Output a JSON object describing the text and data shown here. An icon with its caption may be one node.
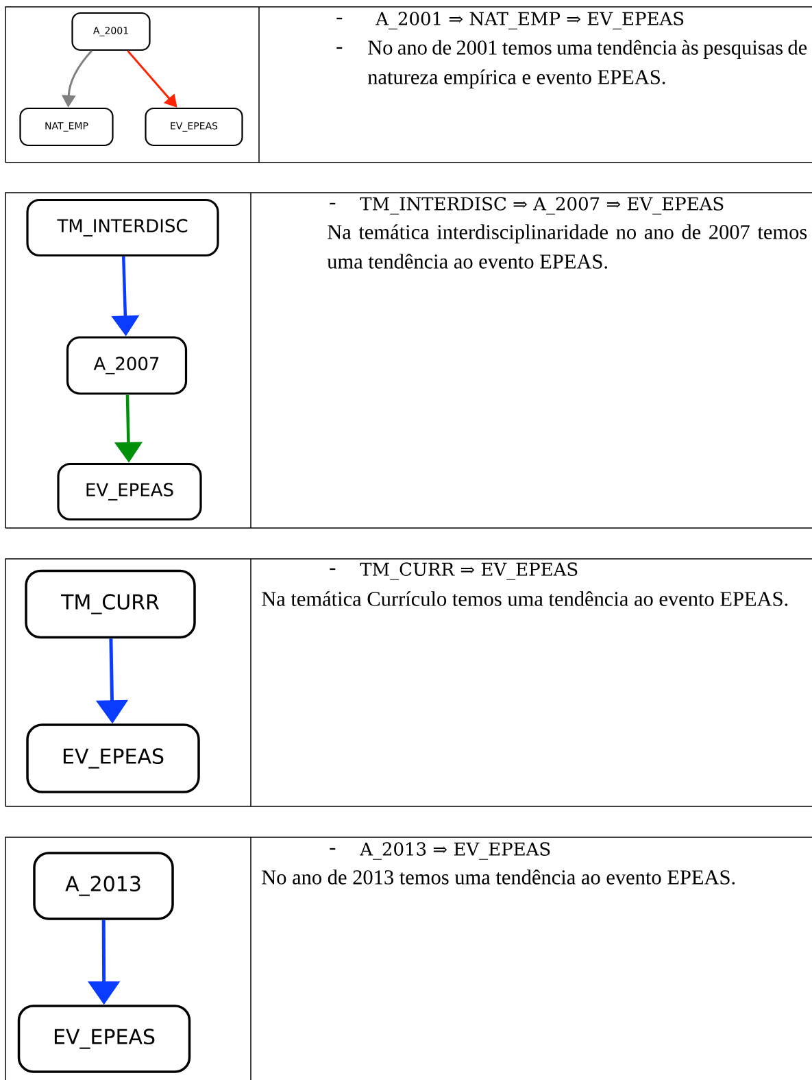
{
  "diagram": {
    "nodes": [
      {
        "text": [
          "A_2001"
        ]
      },
      {
        "text": [
          "NAT_EMP"
        ]
      },
      {
        "text": [
          "EV_EPEAS"
        ]
      },
      {
        "text": [
          "TM_INTERDISC"
        ]
      },
      {
        "text": [
          "A_2007"
        ]
      },
      {
        "text": [
          "EV_EPEAS"
        ]
      },
      {
        "text": [
          "TM_CURR"
        ]
      },
      {
        "text": [
          "EV_EPEAS"
        ]
      },
      {
        "text": [
          "A_2013"
        ]
      },
      {
        "text": [
          "EV_EPEAS"
        ]
      }
    ],
    "edges": [
      {
        "from": 0,
        "to": 1,
        "arrow": "to",
        "color": "#808080"
      },
      {
        "from": 0,
        "to": 2,
        "arrow": "to",
        "color": "#ff2200"
      },
      {
        "from": 3,
        "to": 4,
        "arrow": "to",
        "color": "#0a3cff"
      },
      {
        "from": 4,
        "to": 5,
        "arrow": "to",
        "color": "#00900a"
      },
      {
        "from": 6,
        "to": 7,
        "arrow": "to",
        "color": "#0a3cff"
      },
      {
        "from": 8,
        "to": 9,
        "arrow": "to",
        "color": "#0a3cff"
      }
    ],
    "labels": [
      "-",
      "A_2001 ⇒ NAT_EMP ⇒ EV_EPEAS",
      "-",
      "No ano de 2001 temos uma tendência às pesquisas de natureza empírica e evento EPEAS.",
      "-",
      "TM_INTERDISC ⇒ A_2007 ⇒ EV_EPEAS",
      "Na temática interdisciplinaridade no ano de 2007 temos uma tendência ao evento EPEAS.",
      "-",
      "TM_CURR ⇒ EV_EPEAS",
      "Na temática Currículo temos uma tendência ao evento EPEAS.",
      "-",
      "A_2013 ⇒ EV_EPEAS",
      "No ano de 2013 temos uma tendência ao evento EPEAS."
    ]
  }
}
